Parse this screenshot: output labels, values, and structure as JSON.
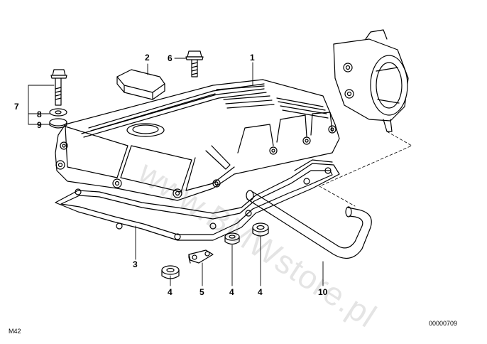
{
  "callouts": {
    "c1": "1",
    "c2": "2",
    "c3": "3",
    "c4a": "4",
    "c4b": "4",
    "c4c": "4",
    "c5": "5",
    "c6": "6",
    "c7": "7",
    "c8": "8",
    "c9": "9",
    "c10": "10"
  },
  "model_code": "M42",
  "diagram_number": "00000709",
  "watermark": "www.BMWstore.pl"
}
